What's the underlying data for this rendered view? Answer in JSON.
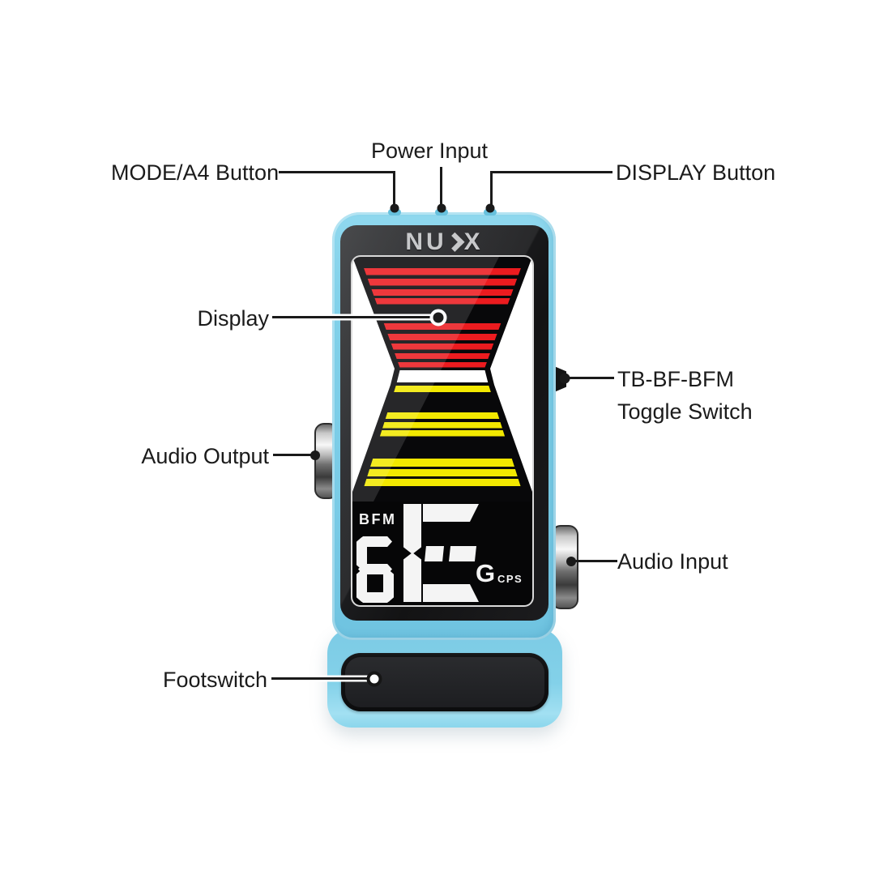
{
  "colors": {
    "background": "#ffffff",
    "pedal_body_blue": "#7ecfe8",
    "pedal_body_highlight": "#a2e0f2",
    "faceplate_black": "#1c1c1e",
    "display_window_bg": "#060607",
    "display_white_field": "#ffffff",
    "stripe_red": "#ec1b1f",
    "stripe_yellow": "#f2e800",
    "waist_band_white": "#ffffff",
    "segment_white": "#f4f4f4",
    "logo_silver": "#c7c8ca",
    "label_text": "#1b1b1b",
    "callout_line": "#1a1a1a",
    "footpad_black": "#1e1f22",
    "jack_chrome": "#d9d9d9"
  },
  "callouts": {
    "mode_a4_button": "MODE/A4 Button",
    "power_input": "Power Input",
    "display_button": "DISPLAY Button",
    "display": "Display",
    "audio_output": "Audio Output",
    "toggle_switch_line1": "TB-BF-BFM",
    "toggle_switch_line2": "Toggle Switch",
    "audio_input": "Audio Input",
    "footswitch": "Footswitch"
  },
  "pedal": {
    "brand": "NUX",
    "brand_parts": {
      "left": "NU",
      "right": "X"
    },
    "screen": {
      "mode_indicator": "BFM",
      "big_readout": "6E",
      "note": "G",
      "unit": "CPS"
    }
  }
}
